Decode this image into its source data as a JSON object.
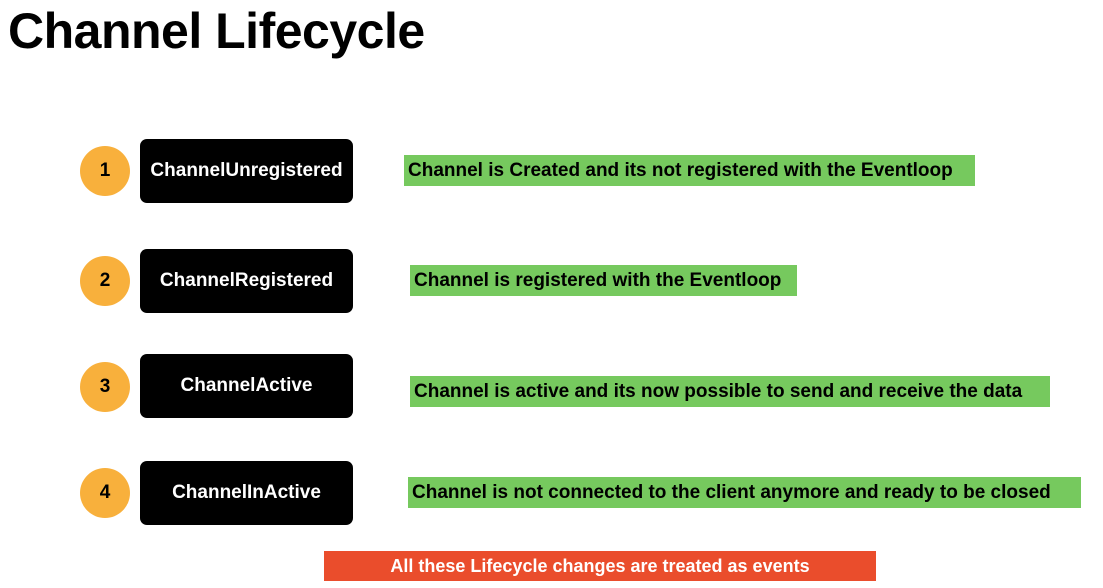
{
  "title": "Channel Lifecycle",
  "steps": [
    {
      "number": "1",
      "state": "ChannelUnregistered",
      "description": "Channel is Created and its not registered with the Eventloop"
    },
    {
      "number": "2",
      "state": "ChannelRegistered",
      "description": "Channel is registered with the Eventloop"
    },
    {
      "number": "3",
      "state": "ChannelActive",
      "description": "Channel is active and its now possible to send and receive the data"
    },
    {
      "number": "4",
      "state": "ChannelInActive",
      "description": "Channel is not connected to the client anymore and ready to be closed"
    }
  ],
  "footer": "All these Lifecycle changes are treated as events",
  "colors": {
    "number_circle": "#f8b03c",
    "state_box": "#000000",
    "description_highlight": "#76c95e",
    "footer_banner": "#ea4d2c"
  }
}
